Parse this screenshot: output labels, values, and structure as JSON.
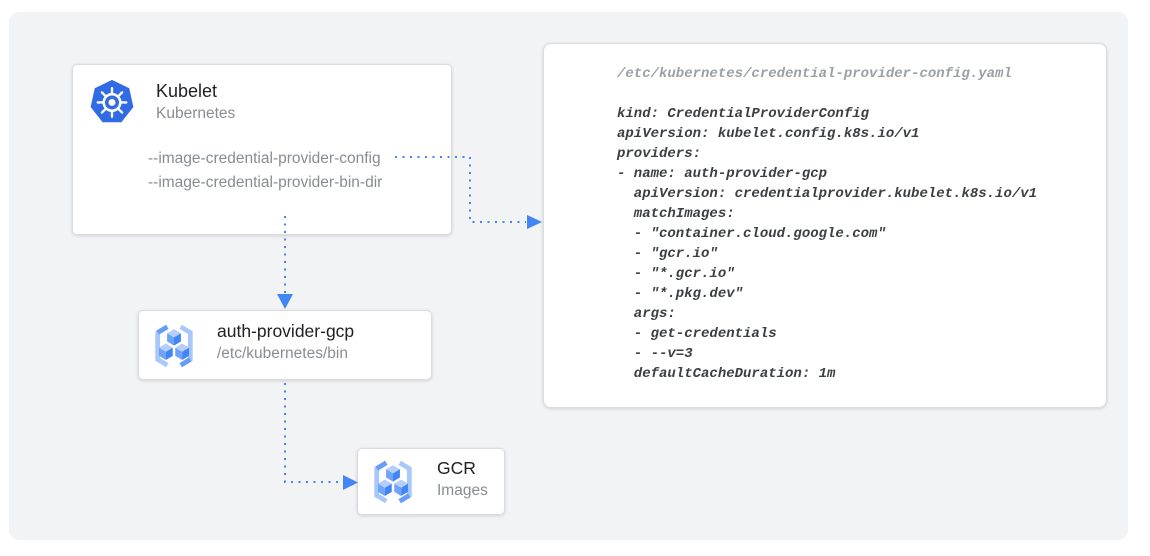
{
  "diagram": {
    "nodes": {
      "kubelet": {
        "title": "Kubelet",
        "subtitle": "Kubernetes",
        "flags": [
          "--image-credential-provider-config",
          "--image-credential-provider-bin-dir"
        ]
      },
      "auth_provider": {
        "title": "auth-provider-gcp",
        "subtitle": "/etc/kubernetes/bin"
      },
      "gcr": {
        "title": "GCR",
        "subtitle": "Images"
      }
    },
    "yaml_panel": {
      "filename": "/etc/kubernetes/credential-provider-config.yaml",
      "content": "kind: CredentialProviderConfig\napiVersion: kubelet.config.k8s.io/v1\nproviders:\n- name: auth-provider-gcp\n  apiVersion: credentialprovider.kubelet.k8s.io/v1\n  matchImages:\n  - \"container.cloud.google.com\"\n  - \"gcr.io\"\n  - \"*.gcr.io\"\n  - \"*.pkg.dev\"\n  args:\n  - get-credentials\n  - --v=3\n  defaultCacheDuration: 1m"
    },
    "icons": {
      "kubelet": "kubernetes-logo",
      "auth_provider": "container-registry",
      "gcr": "container-registry"
    },
    "colors": {
      "arrow_blue": "#4285F4",
      "kubernetes_blue": "#326CE5",
      "panel_gray": "#F2F3F4",
      "title_text": "#202124",
      "secondary_text": "#888D92",
      "yaml_filename_gray": "#9AA0A6",
      "yaml_body_text": "#3C4043"
    }
  }
}
